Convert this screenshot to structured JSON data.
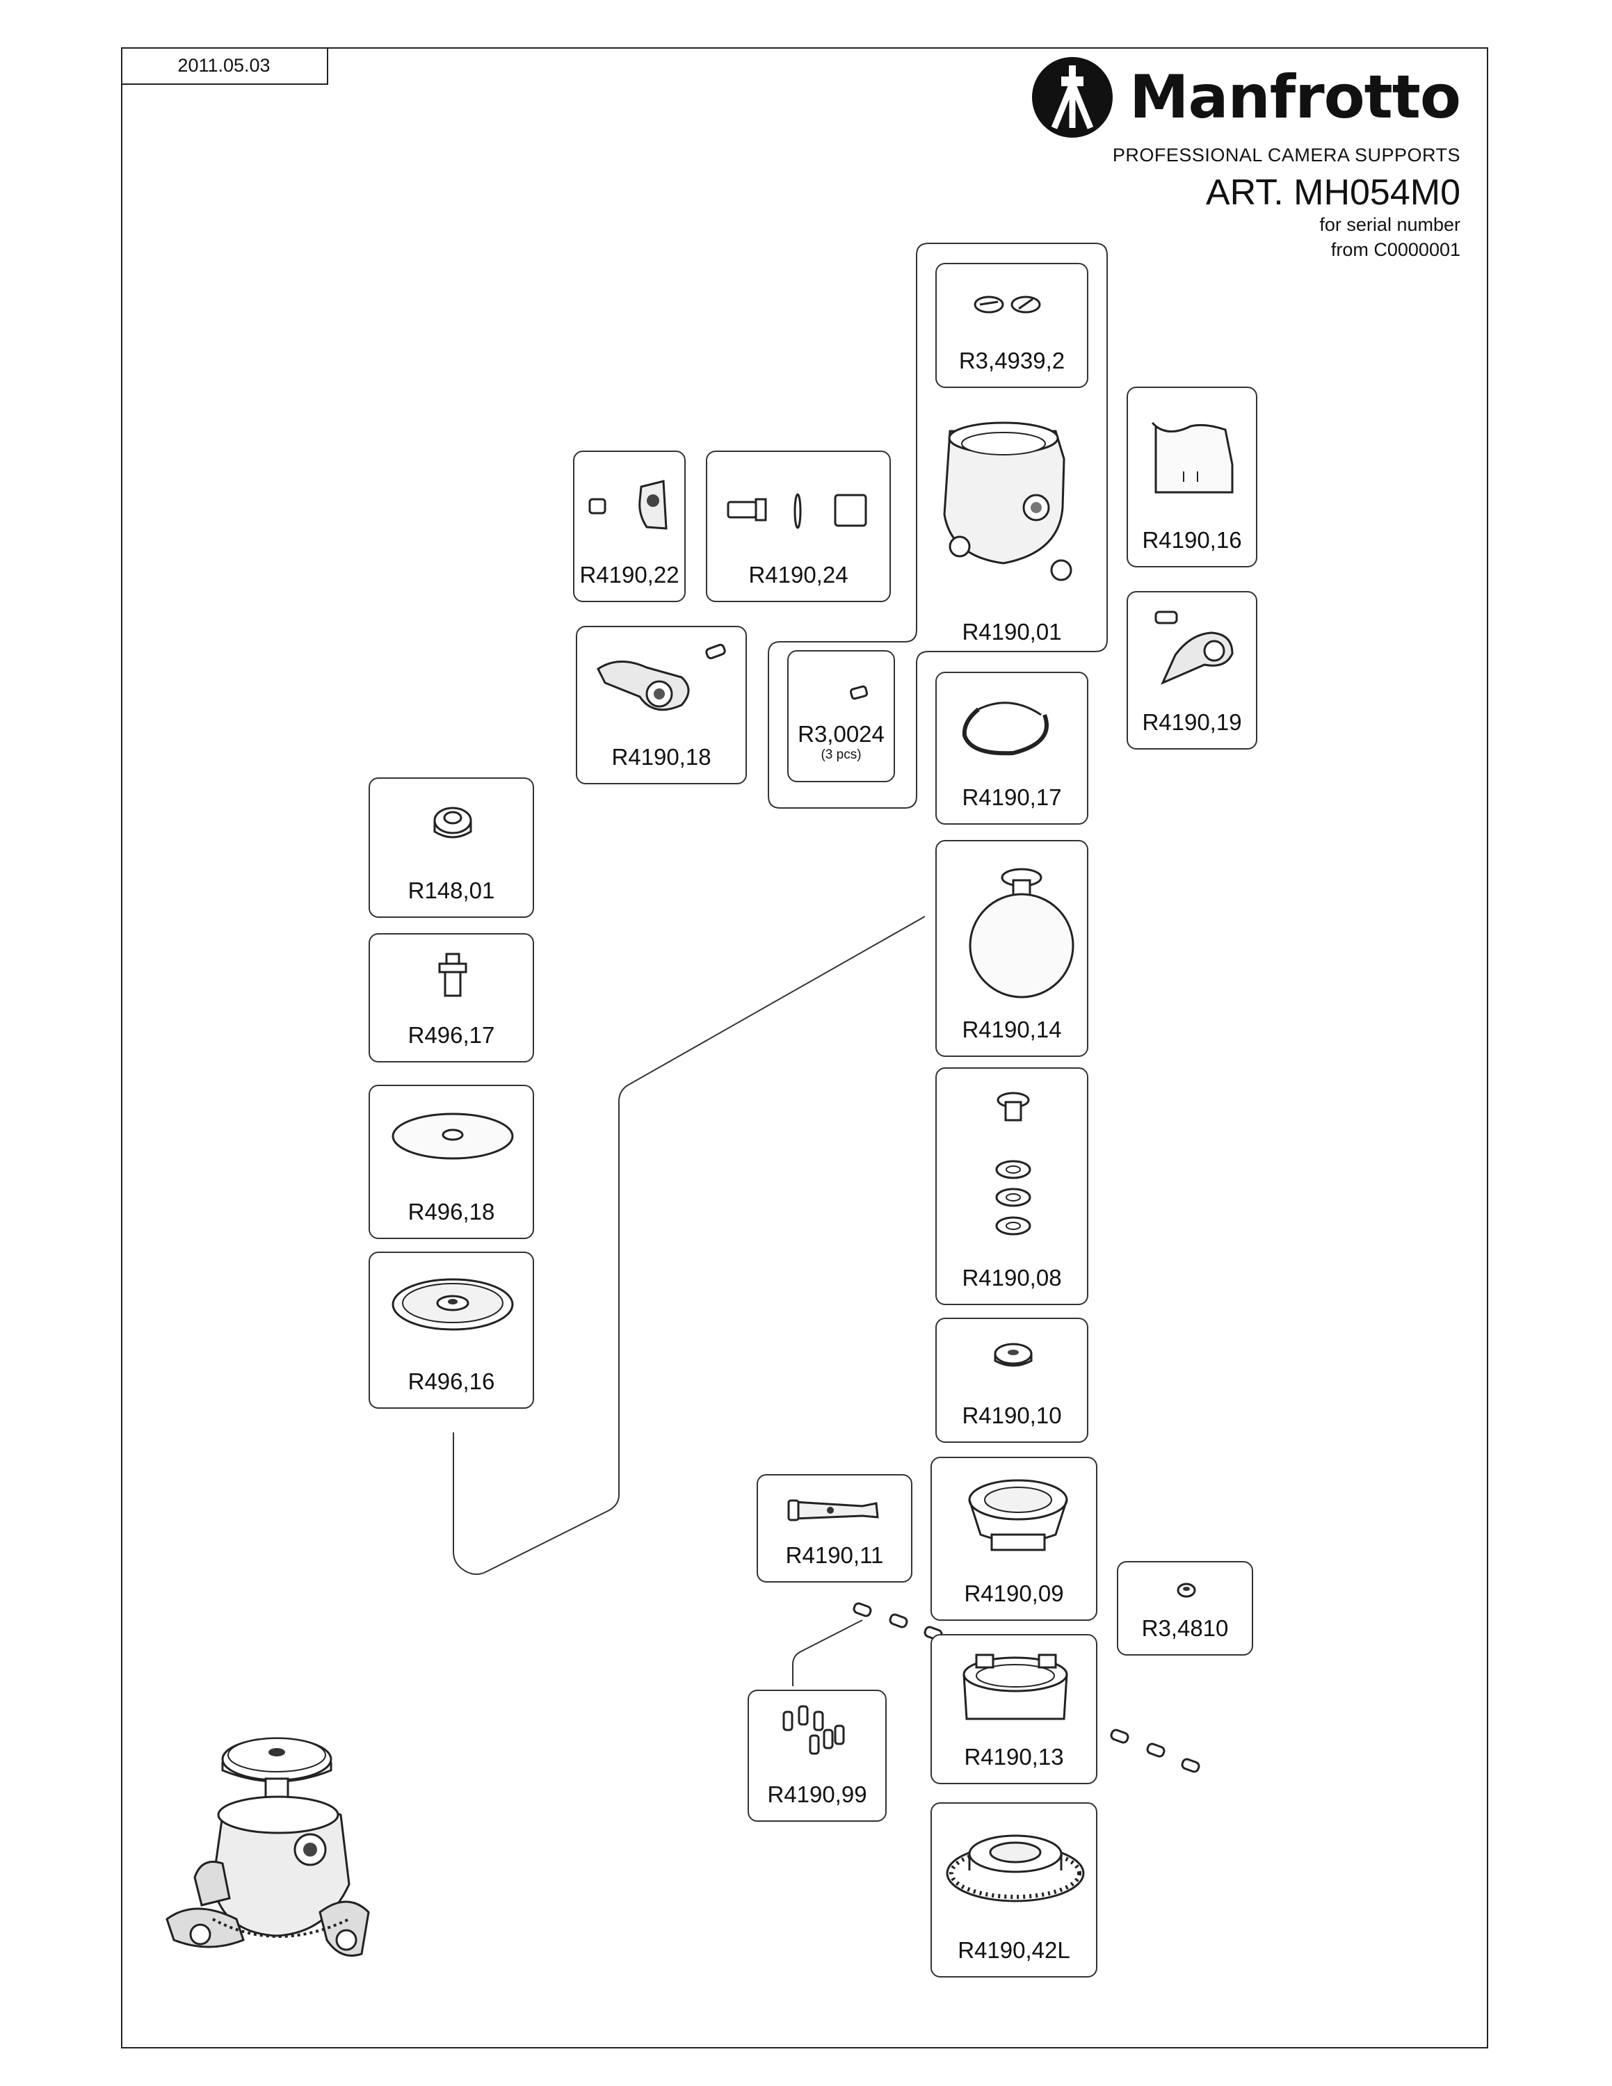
{
  "date": "2011.05.03",
  "brand": {
    "name": "Manfrotto",
    "tagline": "PROFESSIONAL CAMERA SUPPORTS"
  },
  "article": {
    "code": "ART. MH054M0",
    "serial_line1": "for serial number",
    "serial_line2": "from C0000001"
  },
  "parts": {
    "r3_4939_2": "R3,4939,2",
    "r4190_01": "R4190,01",
    "r4190_16": "R4190,16",
    "r4190_22": "R4190,22",
    "r4190_24": "R4190,24",
    "r4190_18": "R4190,18",
    "r3_0024": "R3,0024",
    "r3_0024_qty": "(3 pcs)",
    "r4190_17": "R4190,17",
    "r4190_19": "R4190,19",
    "r148_01": "R148,01",
    "r496_17": "R496,17",
    "r496_18": "R496,18",
    "r496_16": "R496,16",
    "r4190_14": "R4190,14",
    "r4190_08": "R4190,08",
    "r4190_10": "R4190,10",
    "r4190_11": "R4190,11",
    "r4190_09": "R4190,09",
    "r3_4810": "R3,4810",
    "r4190_13": "R4190,13",
    "r4190_99": "R4190,99",
    "r4190_42l": "R4190,42L"
  }
}
